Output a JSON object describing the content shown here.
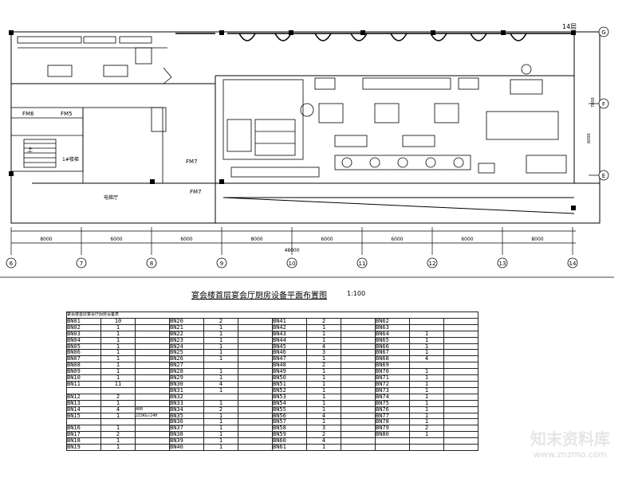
{
  "drawing": {
    "floor_label": "14层",
    "room_fm5": "FM5",
    "room_fm6": "FM6",
    "room_fm7_a": "FM7",
    "room_fm7_b": "FM7",
    "stair_label": "上",
    "stair_tag": "1#楼梯",
    "lobby_label": "电梯厅",
    "right_dim": "7800",
    "right_dim2": "6000",
    "total_dim": "48000",
    "bay_dims": [
      "8000",
      "6000",
      "6000",
      "8000",
      "6000",
      "6000",
      "6000",
      "8000"
    ],
    "axes_bottom": [
      "6",
      "7",
      "8",
      "9",
      "10",
      "11",
      "12",
      "13",
      "14"
    ],
    "axes_right": [
      "G",
      "F",
      "E"
    ]
  },
  "title": "宴会楼首层宴会厅厨房设备平面布置图",
  "scale": "1:100",
  "table_caption": "宴会楼首层宴会厅厨房设备表",
  "columns": [
    {
      "codes": [
        "BN01",
        "BN02",
        "BN03",
        "BN04",
        "BN05",
        "BN06",
        "BN07",
        "BN08",
        "BN09",
        "BN10",
        "BN11",
        "",
        "BN12",
        "BN13",
        "BN14",
        "BN15",
        "",
        "BN16",
        "BN17",
        "BN18",
        "BN19"
      ],
      "qty": [
        "10",
        "1",
        "1",
        "1",
        "1",
        "1",
        "1",
        "1",
        "1",
        "1",
        "11",
        "",
        "2",
        "1",
        "4",
        "1",
        "",
        "1",
        "2",
        "1",
        "1"
      ],
      "desc": [
        "",
        "",
        "",
        "",
        "",
        "",
        "",
        "",
        "",
        "",
        "",
        "",
        "",
        "",
        "400",
        "215KG/24H",
        "",
        "",
        "",
        "",
        ""
      ]
    },
    {
      "codes": [
        "BN20",
        "BN21",
        "BN22",
        "BN23",
        "BN24",
        "BN25",
        "BN26",
        "BN27",
        "BN28",
        "BN29",
        "BN30",
        "BN31",
        "BN32",
        "BN33",
        "BN34",
        "BN35",
        "BN36",
        "BN37",
        "BN38",
        "BN39",
        "BN40"
      ],
      "qty": [
        "2",
        "1",
        "1",
        "1",
        "1",
        "1",
        "1",
        "",
        "1",
        "1",
        "4",
        "1",
        "",
        "1",
        "2",
        "1",
        "1",
        "1",
        "1",
        "1",
        "1"
      ],
      "desc": [
        "",
        "",
        "",
        "",
        "",
        "",
        "",
        "",
        "",
        "",
        "",
        "",
        "",
        "",
        "",
        "",
        "",
        "",
        "",
        "",
        ""
      ]
    },
    {
      "codes": [
        "BN41",
        "BN42",
        "BN43",
        "BN44",
        "BN45",
        "BN46",
        "BN47",
        "BN48",
        "BN49",
        "BN50",
        "BN51",
        "BN52",
        "BN53",
        "BN54",
        "BN55",
        "BN56",
        "BN57",
        "BN58",
        "BN59",
        "BN60",
        "BN61"
      ],
      "qty": [
        "2",
        "1",
        "1",
        "1",
        "4",
        "3",
        "1",
        "2",
        "1",
        "1",
        "1",
        "1",
        "1",
        "1",
        "1",
        "4",
        "1",
        "3",
        "2",
        "4",
        "1"
      ],
      "desc": [
        "",
        "",
        "",
        "",
        "",
        "",
        "",
        "",
        "",
        "",
        "",
        "",
        "",
        "",
        "",
        "",
        "",
        "",
        "",
        "",
        ""
      ]
    },
    {
      "codes": [
        "BN62",
        "BN63",
        "BN64",
        "BN65",
        "BN66",
        "BN67",
        "BN68",
        "BN69",
        "BN70",
        "BN71",
        "BN72",
        "BN73",
        "BN74",
        "BN75",
        "BN76",
        "BN77",
        "BN78",
        "BN79",
        "BN80",
        "",
        ""
      ],
      "qty": [
        "",
        "",
        "1",
        "1",
        "1",
        "1",
        "4",
        "",
        "1",
        "1",
        "1",
        "1",
        "1",
        "1",
        "1",
        "1",
        "1",
        "2",
        "1",
        "",
        ""
      ],
      "desc": [
        "",
        "",
        "",
        "",
        "",
        "",
        "",
        "",
        "",
        "",
        "",
        "",
        "",
        "",
        "",
        "",
        "",
        "",
        "",
        "",
        ""
      ]
    }
  ],
  "watermark": {
    "main": "知末资料库",
    "sub": "www.znzmo.com"
  }
}
